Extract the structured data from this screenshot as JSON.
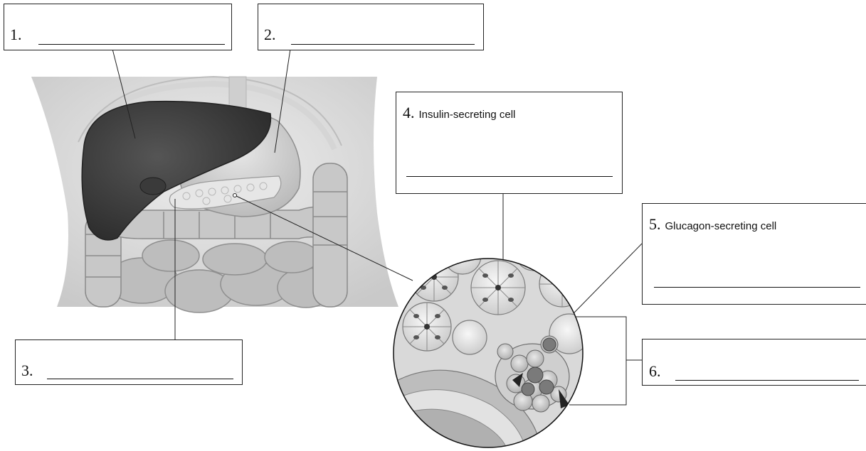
{
  "labels": [
    {
      "number": "1.",
      "description": ""
    },
    {
      "number": "2.",
      "description": ""
    },
    {
      "number": "3.",
      "description": ""
    },
    {
      "number": "4.",
      "description": "Insulin-secreting cell"
    },
    {
      "number": "5.",
      "description": "Glucagon-secreting cell"
    },
    {
      "number": "6.",
      "description": ""
    }
  ]
}
